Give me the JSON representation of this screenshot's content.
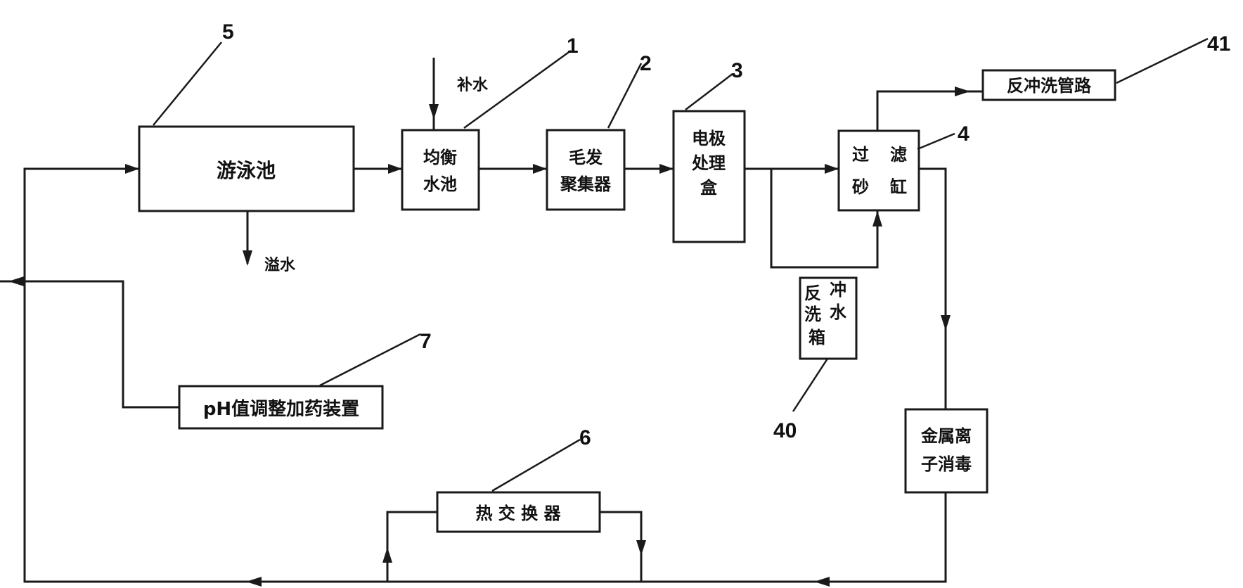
{
  "colors": {
    "stroke": "#1a1a1a",
    "text": "#111111",
    "background": "#ffffff"
  },
  "labels": {
    "pool": "游泳池",
    "balance_1": "均衡",
    "balance_2": "水池",
    "hair_1": "毛发",
    "hair_2": "聚集器",
    "electrode_1": "电极",
    "electrode_2": "处理",
    "electrode_3": "盒",
    "sand_1": "过",
    "sand_2": "滤",
    "sand_3": "砂",
    "sand_4": "缸",
    "backwash_pipe": "反冲洗管路",
    "backwash_tank_1": "反",
    "backwash_tank_2": "冲",
    "backwash_tank_3": "洗",
    "backwash_tank_4": "水",
    "backwash_tank_5": "箱",
    "metal_ion_1": "金属离",
    "metal_ion_2": "子消毒",
    "ph_device": "pH值调整加药装置",
    "heat_exchanger": "热 交 换 器",
    "makeup_water": "补水",
    "overflow_water": "溢水"
  },
  "numbers": {
    "n1": "1",
    "n2": "2",
    "n3": "3",
    "n4": "4",
    "n5": "5",
    "n6": "6",
    "n7": "7",
    "n40": "40",
    "n41": "41"
  }
}
